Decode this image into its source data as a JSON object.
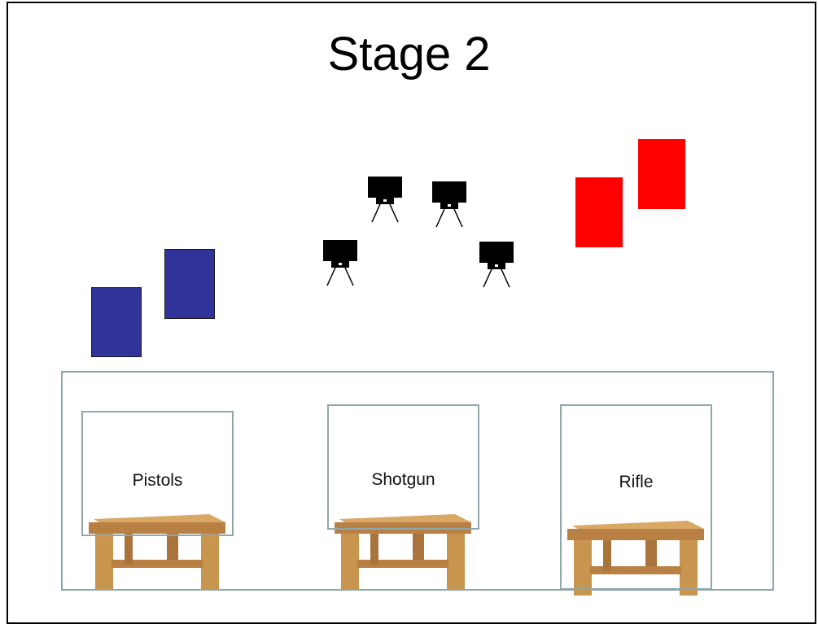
{
  "title": "Stage 2",
  "colors": {
    "paper_target_left": "#303399",
    "paper_target_right": "#ff0000",
    "steel_target": "#000000",
    "bay_outline": "#8fa7ab",
    "table_wood": "#c8954f"
  },
  "icons": {
    "steel": "steel-target-icon",
    "table": "wooden-table-icon"
  },
  "stations": [
    {
      "label": "Pistols"
    },
    {
      "label": "Shotgun"
    },
    {
      "label": "Rifle"
    }
  ]
}
